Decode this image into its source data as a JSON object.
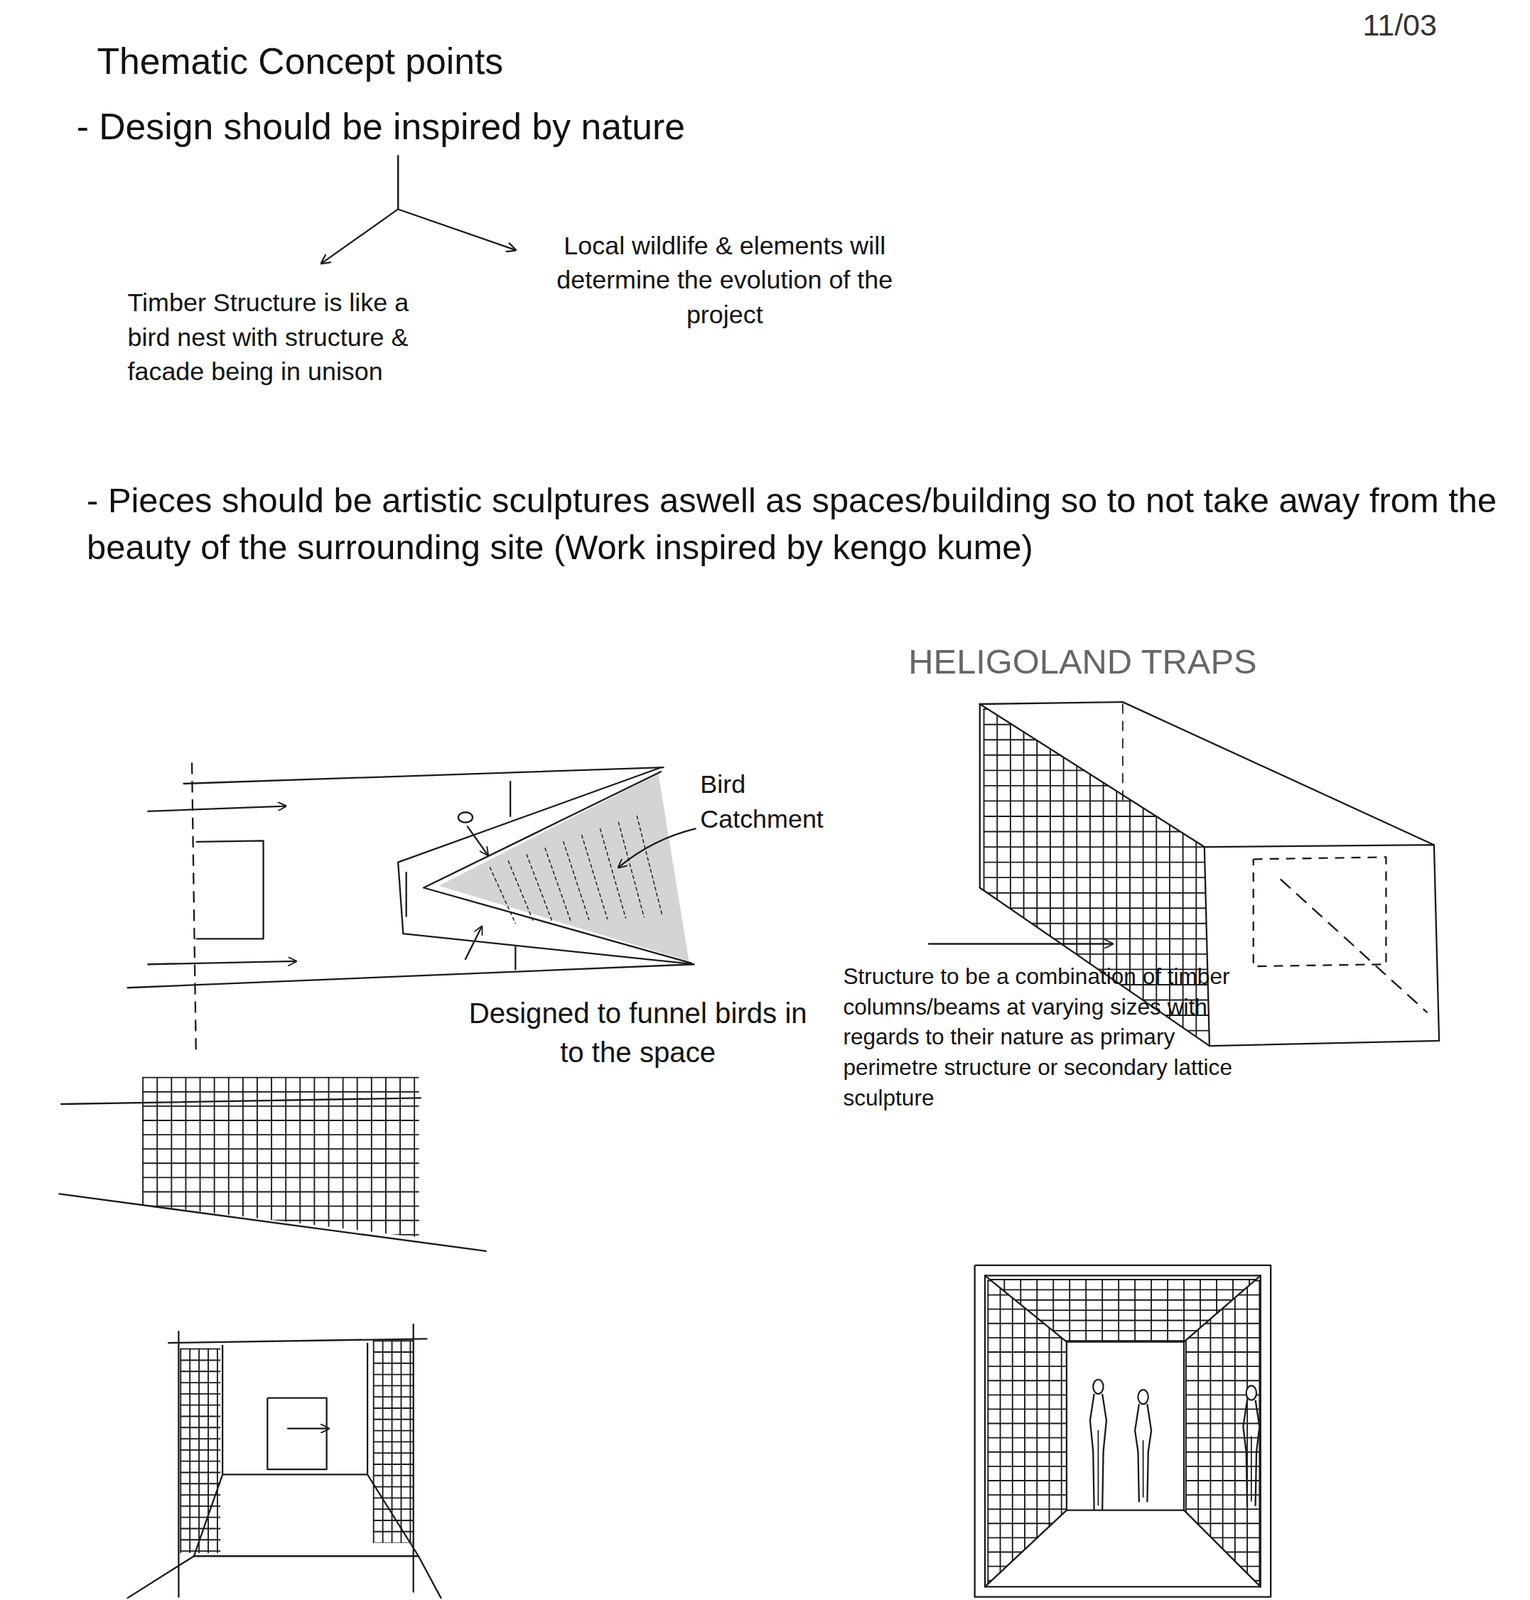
{
  "diagram": {
    "title": "Thematic Concept points",
    "nodes": [
      {
        "text": [
          "- Design should be inspired by nature"
        ]
      },
      {
        "text": [
          "Timber Structure is like a bird nest with structure & facade being in unison"
        ]
      },
      {
        "text": [
          "Local wildlife & elements will determine the evolution of the project"
        ]
      }
    ],
    "edges": [
      {
        "from": 0,
        "to": 1,
        "arrow": "to"
      },
      {
        "from": 0,
        "to": 2,
        "arrow": "to"
      }
    ],
    "labels": [
      "11/03",
      "- Pieces should be artistic sculptures aswell as spaces/building so to not take away from the beauty of the surrounding site (Work inspired by kengo kume)",
      "HELIGOLAND TRAPS",
      "Bird Catchment",
      "Designed to funnel birds in to the space",
      "Structure to be a combination of timber columns/beams at varying sizes with regards to their nature as primary perimetre structure or secondary lattice sculpture"
    ]
  }
}
